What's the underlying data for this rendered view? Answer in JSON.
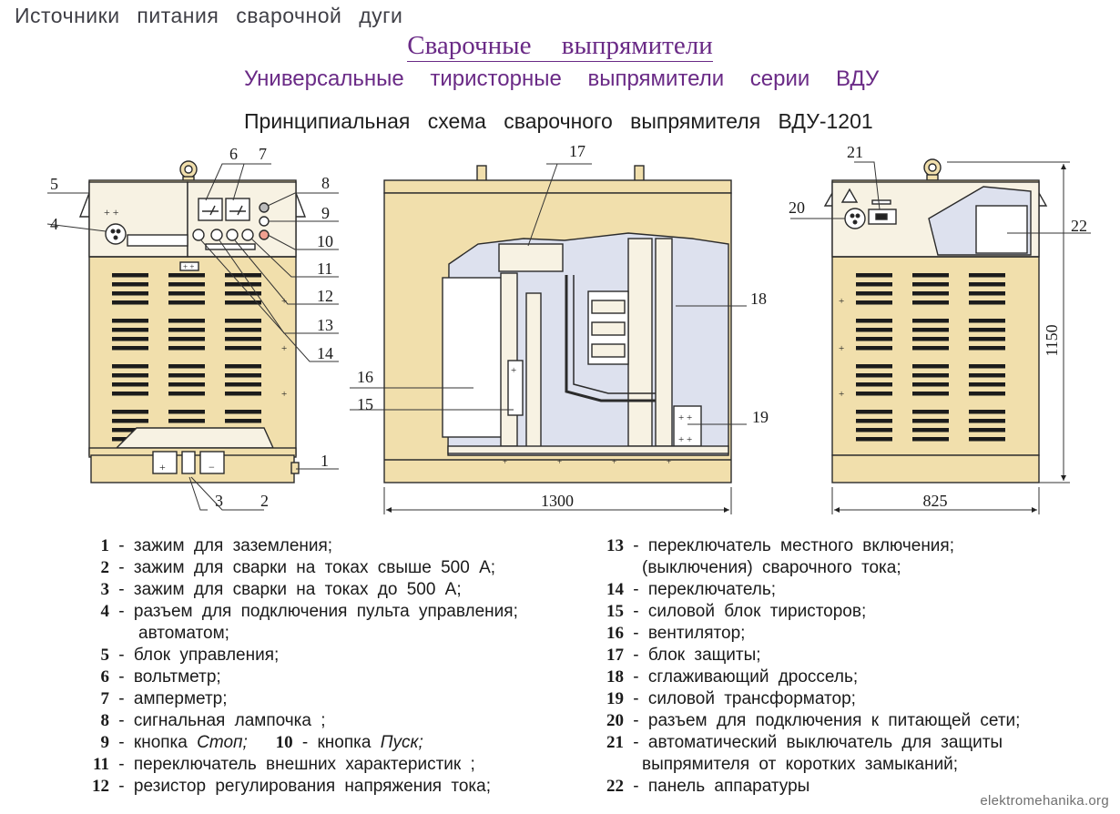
{
  "header": {
    "section": "Источники питания сварочной дуги",
    "title": "Сварочные выпрямители",
    "subtitle": "Универсальные тиристорные выпрямители серии ВДУ",
    "scheme_title": "Принципиальная схема сварочного выпрямителя ВДУ-1201"
  },
  "callouts": [
    "1",
    "2",
    "3",
    "4",
    "5",
    "6",
    "7",
    "8",
    "9",
    "10",
    "11",
    "12",
    "13",
    "14",
    "15",
    "16",
    "17",
    "18",
    "19",
    "20",
    "21",
    "22"
  ],
  "dimensions": {
    "length": "1300",
    "width": "825",
    "height": "1150"
  },
  "legend_left": [
    {
      "num": "1",
      "text": "- зажим для заземления;"
    },
    {
      "num": "2",
      "text": "- зажим для сварки на токах свыше 500 А;"
    },
    {
      "num": "3",
      "text": "- зажим для сварки на токах до 500 А;"
    },
    {
      "num": "4",
      "text": "- разъем для подключения пульта управления;"
    },
    {
      "num": "",
      "text": "автоматом;"
    },
    {
      "num": "5",
      "text": "- блок управления;"
    },
    {
      "num": "6",
      "text": "- вольтметр;"
    },
    {
      "num": "7",
      "text": "- амперметр;"
    },
    {
      "num": "8",
      "text": "- сигнальная лампочка ;"
    },
    {
      "num": "9",
      "text": "- кнопка ",
      "italic": "Стоп;",
      "num2": "10",
      "text2": "- кнопка ",
      "italic2": "Пуск;"
    },
    {
      "num": "11",
      "text": "- переключатель внешних характеристик ;"
    },
    {
      "num": "12",
      "text": "- резистор регулирования напряжения тока;"
    }
  ],
  "legend_right": [
    {
      "num": "13",
      "text": "- переключатель местного включения;"
    },
    {
      "num": "",
      "text": "(выключения) сварочного тока;"
    },
    {
      "num": "14",
      "text": "- переключатель;"
    },
    {
      "num": "15",
      "text": "- силовой блок тиристоров;"
    },
    {
      "num": "16",
      "text": "- вентилятор;"
    },
    {
      "num": "17",
      "text": "- блок защиты;"
    },
    {
      "num": "18",
      "text": "- сглаживающий дроссель;"
    },
    {
      "num": "19",
      "text": "- силовой трансформатор;"
    },
    {
      "num": "20",
      "text": "- разъем для подключения к питающей сети;"
    },
    {
      "num": "21",
      "text": "- автоматический выключатель для защиты"
    },
    {
      "num": "",
      "text": "выпрямителя от коротких замыканий;"
    },
    {
      "num": "22",
      "text": "- панель аппаратуры"
    }
  ],
  "watermark": "elektromehanika.org",
  "colors": {
    "body_fill": "#f1dfac",
    "panel_fill": "#f7f2e3",
    "inner_fill": "#dde1ee",
    "line": "#2b2b2b",
    "title_purple": "#6a2a86"
  }
}
